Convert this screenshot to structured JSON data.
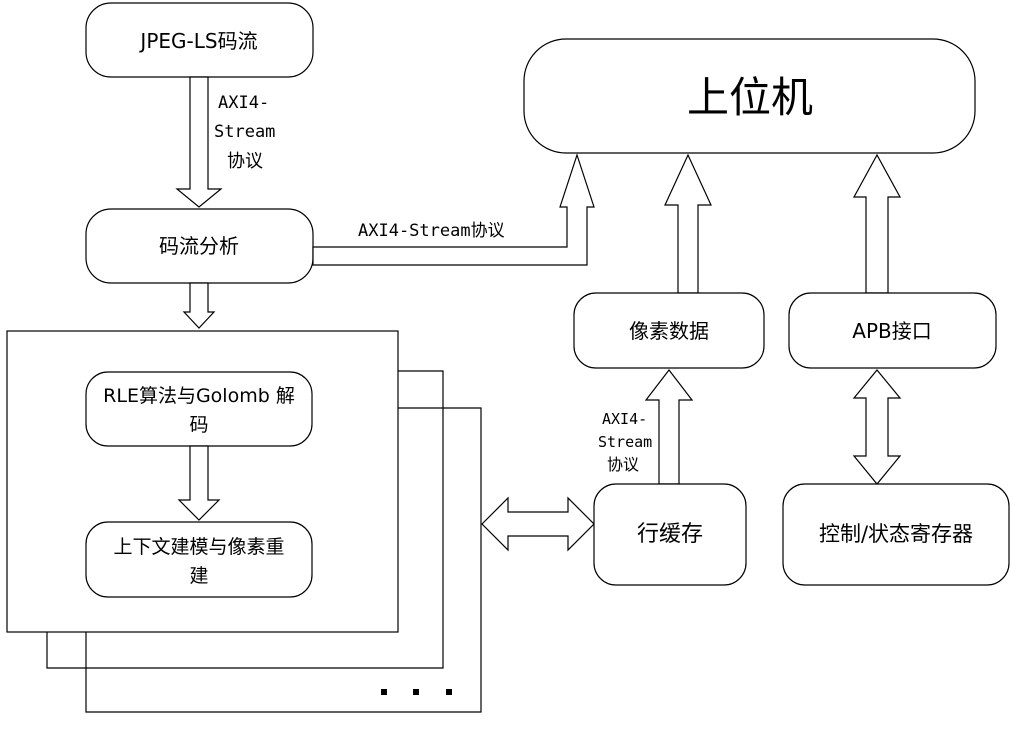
{
  "nodes": {
    "jpeg_ls": "JPEG-LS码流",
    "stream_analysis": "码流分析",
    "host": "上位机",
    "pixel_data": "像素数据",
    "apb": "APB接口",
    "rle_line1": "RLE算法与Golomb 解",
    "rle_line2": "码",
    "context_line1": "上下文建模与像素重",
    "context_line2": "建",
    "line_buffer": "行缓存",
    "ctrl_status": "控制/状态寄存器"
  },
  "labels": {
    "axi_a_1": "AXI4-",
    "axi_a_2": "Stream",
    "axi_a_3": "协议",
    "axi_b": "AXI4-Stream协议",
    "axi_c_1": "AXI4-",
    "axi_c_2": "Stream",
    "axi_c_3": "协议"
  }
}
